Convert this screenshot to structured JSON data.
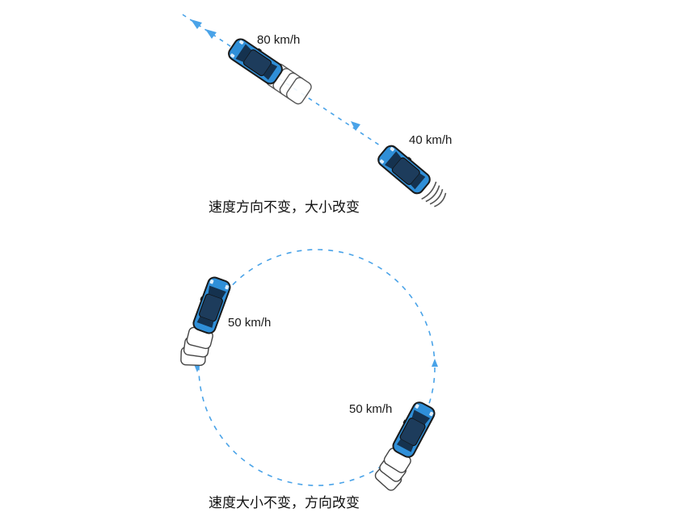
{
  "diagram": {
    "top": {
      "car_fast": {
        "speed": "80 km/h"
      },
      "car_slow": {
        "speed": "40 km/h"
      },
      "caption": "速度方向不变，大小改变"
    },
    "bottom": {
      "car_left": {
        "speed": "50 km/h"
      },
      "car_right": {
        "speed": "50 km/h"
      },
      "caption": "速度大小不变，方向改变"
    }
  },
  "colors": {
    "path": "#4aa3e8",
    "car_body": "#2f8fd8",
    "car_roof": "#1d3c5c",
    "car_outline": "#1a1a1a",
    "motion_lines": "#555555"
  }
}
